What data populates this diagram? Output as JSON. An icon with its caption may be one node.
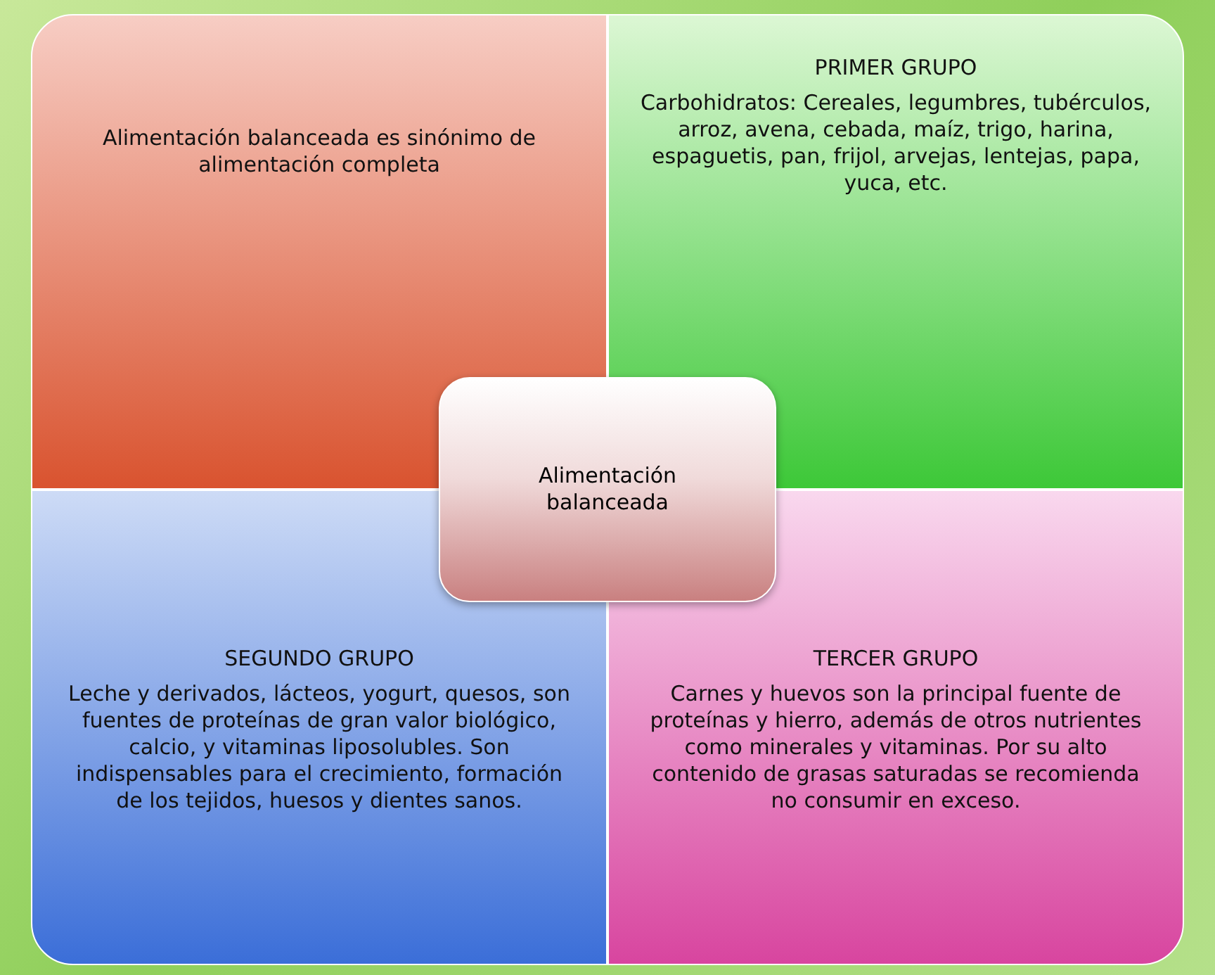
{
  "diagram": {
    "nodes": [
      {
        "text": [
          "Alimentación balanceada es sinónimo de alimentación completa"
        ]
      },
      {
        "text": [
          "PRIMER GRUPO",
          "Carbohidratos: Cereales, legumbres, tubérculos, arroz, avena, cebada, maíz, trigo, harina, espaguetis, pan, frijol, arvejas, lentejas, papa, yuca, etc."
        ]
      },
      {
        "text": [
          "Alimentación balanceada"
        ]
      },
      {
        "text": [
          "SEGUNDO GRUPO",
          "Leche y derivados, lácteos, yogurt, quesos, son fuentes de proteínas de gran valor biológico, calcio, y vitaminas liposolubles. Son indispensables para el crecimiento, formación de los tejidos, huesos y dientes sanos."
        ]
      },
      {
        "text": [
          "TERCER GRUPO",
          "Carnes y huevos son la principal fuente de proteínas y hierro, además de otros nutrientes como minerales y vitaminas. Por su alto contenido de grasas saturadas se recomienda no consumir en exceso."
        ]
      }
    ]
  }
}
